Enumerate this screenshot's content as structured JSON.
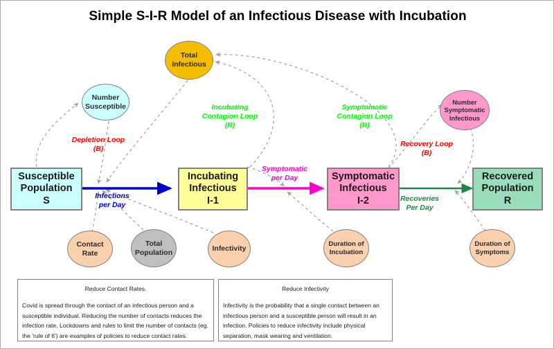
{
  "diagram": {
    "title": "Simple S-I-R Model of an Infectious Disease with Incubation",
    "colors": {
      "susceptible": "#CCFFFF",
      "incubating": "#FFFF99",
      "symptomatic": "#FF99CC",
      "recovered": "#99DDBB",
      "total_infectious": "#F5BE00",
      "number_symptomatic": "#FF99CC",
      "aux_peach": "#FAD0AD",
      "total_population": "#BFBFBF",
      "flow_infections": "#0000CC",
      "flow_symptomatic": "#FF00CC",
      "flow_recoveries": "#1E8449",
      "loop_balancing": "#FF0000",
      "loop_reinforcing": "#00FF00",
      "connector": "#A0A0A0"
    }
  },
  "stocks": [
    {
      "id": "S",
      "label": "Susceptible\nPopulation\nS"
    },
    {
      "id": "I1",
      "label": "Incubating\nInfectious\nI-1"
    },
    {
      "id": "I2",
      "label": "Symptomatic\nInfectious\nI-2"
    },
    {
      "id": "R",
      "label": "Recovered\nPopulation\nR"
    }
  ],
  "auxiliaries": [
    {
      "id": "total_infectious",
      "label": "Total\nInfectious"
    },
    {
      "id": "number_susceptible",
      "label": "Number\nSusceptible"
    },
    {
      "id": "number_symptomatic",
      "label": "Number\nSymptomatic\nInfectious"
    },
    {
      "id": "contact_rate",
      "label": "Contact\nRate"
    },
    {
      "id": "total_population",
      "label": "Total\nPopulation"
    },
    {
      "id": "infectivity",
      "label": "Infectivity"
    },
    {
      "id": "duration_incubation",
      "label": "Duration of\nIncubation"
    },
    {
      "id": "duration_symptoms",
      "label": "Duration of\nSymptoms"
    }
  ],
  "flows": [
    {
      "id": "infections",
      "label": "Infections\nper Day"
    },
    {
      "id": "symptomatic",
      "label": "Symptomatic\nper Day"
    },
    {
      "id": "recoveries",
      "label": "Recoveries\nPer Day"
    }
  ],
  "loops": [
    {
      "id": "depletion",
      "label": "Depletion Loop\n(B)",
      "polarity": "B"
    },
    {
      "id": "incubating",
      "label": "Incubating\nContagion Loop\n(R)",
      "polarity": "R"
    },
    {
      "id": "symptomatic",
      "label": "Symptomatic\nContagion Loop\n(R)",
      "polarity": "R"
    },
    {
      "id": "recovery",
      "label": "Recovery Loop\n(B)",
      "polarity": "B"
    }
  ],
  "notes": [
    {
      "id": "reduce_contact_rates",
      "title": "Reduce Contact Rates.",
      "body": "Covid is spread through the contact of an infectious person and a susceptible individual.  Reducing the number of contacts reduces the infection rate. Lockdowns and rules to limit the number of contacts (eg. the 'rule of 6') are examples of policies to reduce contact rates."
    },
    {
      "id": "reduce_infectivity",
      "title": "Reduce Infectivity",
      "body": "Infectivity is the probability that a single contact between an infectious person and a susceptible person will result in an infection.  Policies to reduce infectivity include physical separation, mask wearing and ventilation."
    }
  ]
}
